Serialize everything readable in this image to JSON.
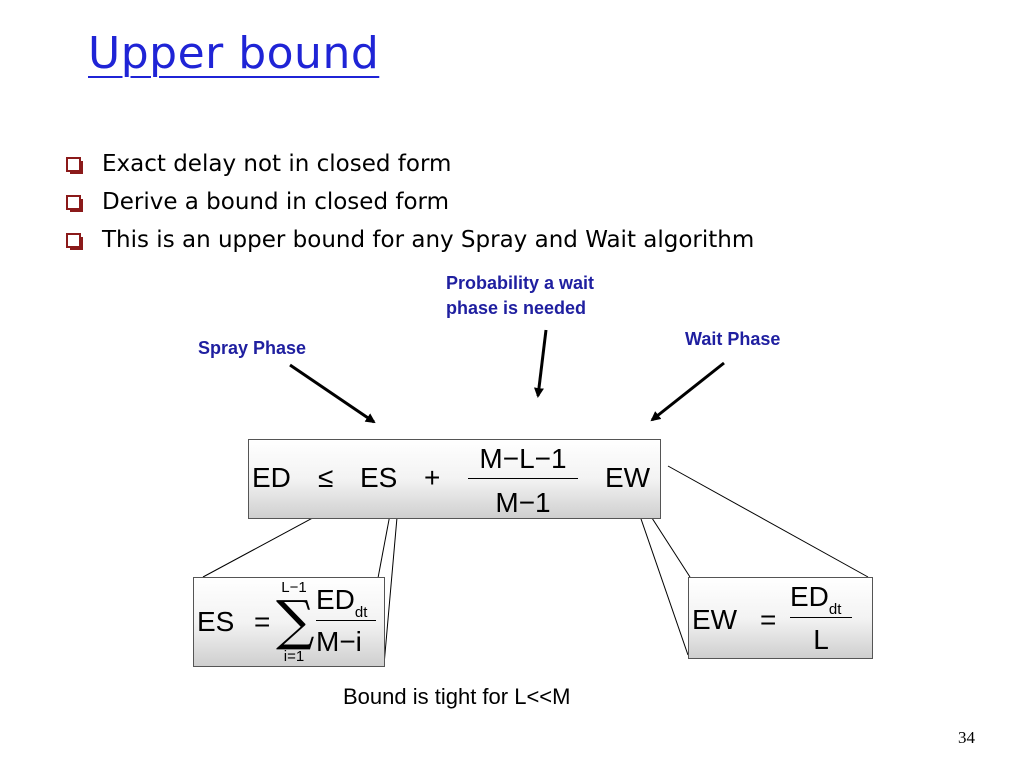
{
  "slide": {
    "title": "Upper bound",
    "bullets": [
      "Exact delay not in closed form",
      "Derive a bound in closed form",
      "This is an upper bound for any Spray and Wait algorithm"
    ],
    "notes": {
      "probability_line1": "Probability a wait",
      "probability_line2": "phase is needed",
      "spray_phase": "Spray Phase",
      "wait_phase": "Wait Phase"
    },
    "main_equation": {
      "lhs": "ED",
      "leq": "≤",
      "es": "ES",
      "plus": "+",
      "numerator": "M−L−1",
      "denominator": "M−1",
      "ew": "EW"
    },
    "es_equation": {
      "lhs": "ES",
      "equals": "=",
      "sum_upper": "L−1",
      "sum_lower": "i=1",
      "num_main": "ED",
      "num_sub": "dt",
      "denominator": "M−i"
    },
    "ew_equation": {
      "lhs": "EW",
      "equals": "=",
      "num_main": "ED",
      "num_sub": "dt",
      "denominator": "L"
    },
    "footer": "Bound is tight for L<<M",
    "page_number": "34"
  },
  "colors": {
    "title": "#1f24d6",
    "notes": "#1f1fa0",
    "bullet": "#8b1a1a"
  }
}
